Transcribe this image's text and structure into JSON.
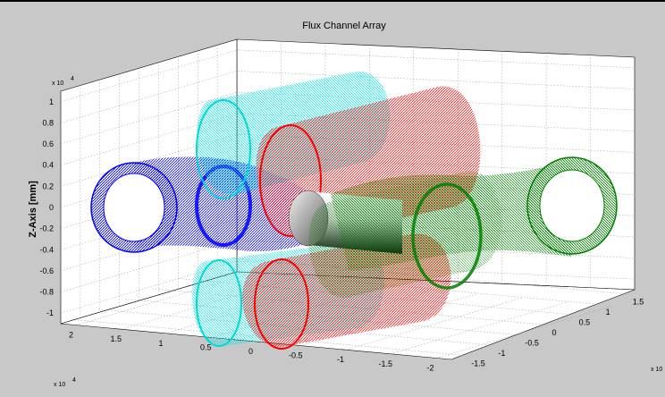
{
  "figure": {
    "background": "#c8c8c8",
    "axes_background": "#ffffff",
    "grid": true
  },
  "chart_data": {
    "type": "3d-surface",
    "title": "Flux Channel Array",
    "zlabel": "Z-Axis [mm]",
    "xlabel": "",
    "ylabel": "",
    "z_ticks": [
      "-1",
      "-0.8",
      "-0.6",
      "-0.4",
      "-0.2",
      "0",
      "0.2",
      "0.4",
      "0.6",
      "0.8",
      "1"
    ],
    "z_lim": [
      -1.1,
      1.1
    ],
    "x_ticks": [
      "2",
      "1.5",
      "1",
      "0.5",
      "0",
      "-0.5",
      "-1",
      "-1.5",
      "-2"
    ],
    "y_ticks": [
      "-1.5",
      "-1",
      "-0.5",
      "0",
      "0.5",
      "1",
      "1.5"
    ],
    "multiplier": "x 10",
    "multiplier_exp": "4",
    "series": [
      {
        "color": "#0000ff",
        "element": "curved channel tube"
      },
      {
        "color": "#00ffff",
        "element": "straight cylinders"
      },
      {
        "color": "#ff0000",
        "element": "straight cylinders"
      },
      {
        "color": "#008000",
        "element": "curved channel tube"
      },
      {
        "color": "#808080",
        "element": "central core cylinder"
      }
    ]
  }
}
